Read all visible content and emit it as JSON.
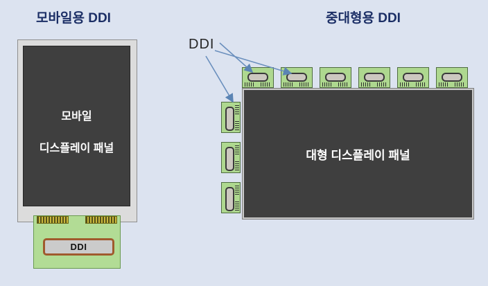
{
  "left_section": {
    "title": "모바일용 DDI",
    "panel_line1": "모바일",
    "panel_line2": "디스플레이 패널",
    "chip_label": "DDI"
  },
  "right_section": {
    "title": "중대형용 DDI",
    "callout_label": "DDI",
    "panel_label": "대형 디스플레이 패널",
    "top_chip_count": 6,
    "side_chip_count": 3
  },
  "colors": {
    "background": "#dce3f0",
    "title_navy": "#1c2f66",
    "panel_dark": "#3f3f3f",
    "panel_text": "#ffffff",
    "chip_green": "#aed88f",
    "board_green": "#b2dc95",
    "die_gray": "#ccc8c0",
    "ddi_chip_border_brown": "#a05a2d",
    "connector_gold": "#c9b83d",
    "arrow_blue": "#6a8fbd"
  }
}
